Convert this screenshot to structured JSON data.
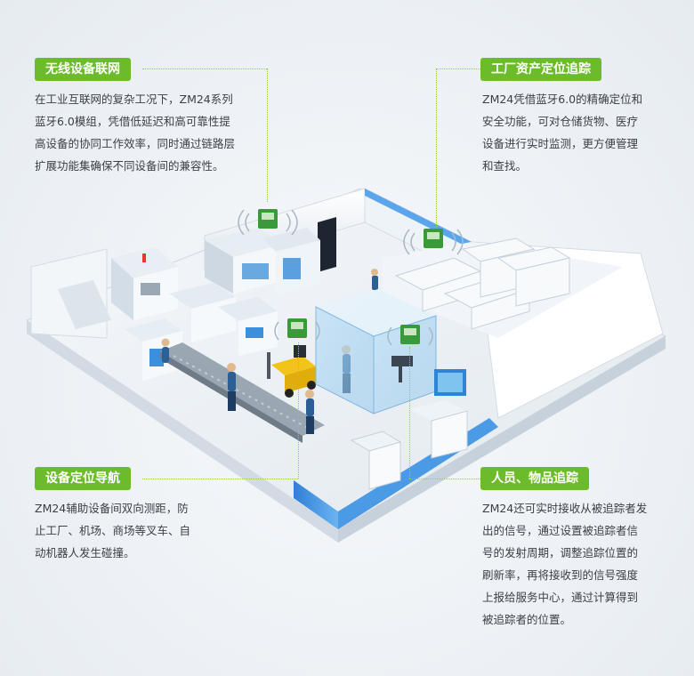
{
  "callouts": {
    "wireless": {
      "title": "无线设备联网",
      "lines": [
        "在工业互联网的复杂工况下，ZM24系列",
        "蓝牙6.0模组，凭借低延迟和高可靠性提",
        "高设备的协同工作效率，同时通过链路层",
        "扩展功能集确保不同设备间的兼容性。"
      ]
    },
    "asset": {
      "title": "工厂资产定位追踪",
      "lines": [
        "ZM24凭借蓝牙6.0的精确定位和",
        "安全功能，可对仓储货物、医疗",
        "设备进行实时监测，更方便管理",
        "和查找。"
      ]
    },
    "navigation": {
      "title": "设备定位导航",
      "lines": [
        "ZM24辅助设备间双向测距，防",
        "止工厂、机场、商场等叉车、自",
        "动机器人发生碰撞。"
      ]
    },
    "tracking": {
      "title": "人员、物品追踪",
      "lines": [
        "ZM24还可实时接收从被追踪者发",
        "出的信号，通过设置被追踪者信",
        "号的发射周期，调整追踪位置的",
        "刷新率，再将接收到的信号强度",
        "上报给服务中心，通过计算得到",
        "被追踪者的位置。"
      ]
    }
  },
  "colors": {
    "accent": "#6cbb2a",
    "text": "#3c4047",
    "floor_blue": "#3e8fe0"
  },
  "icons": [
    "bluetooth-module-icon",
    "signal-wave-icon"
  ]
}
